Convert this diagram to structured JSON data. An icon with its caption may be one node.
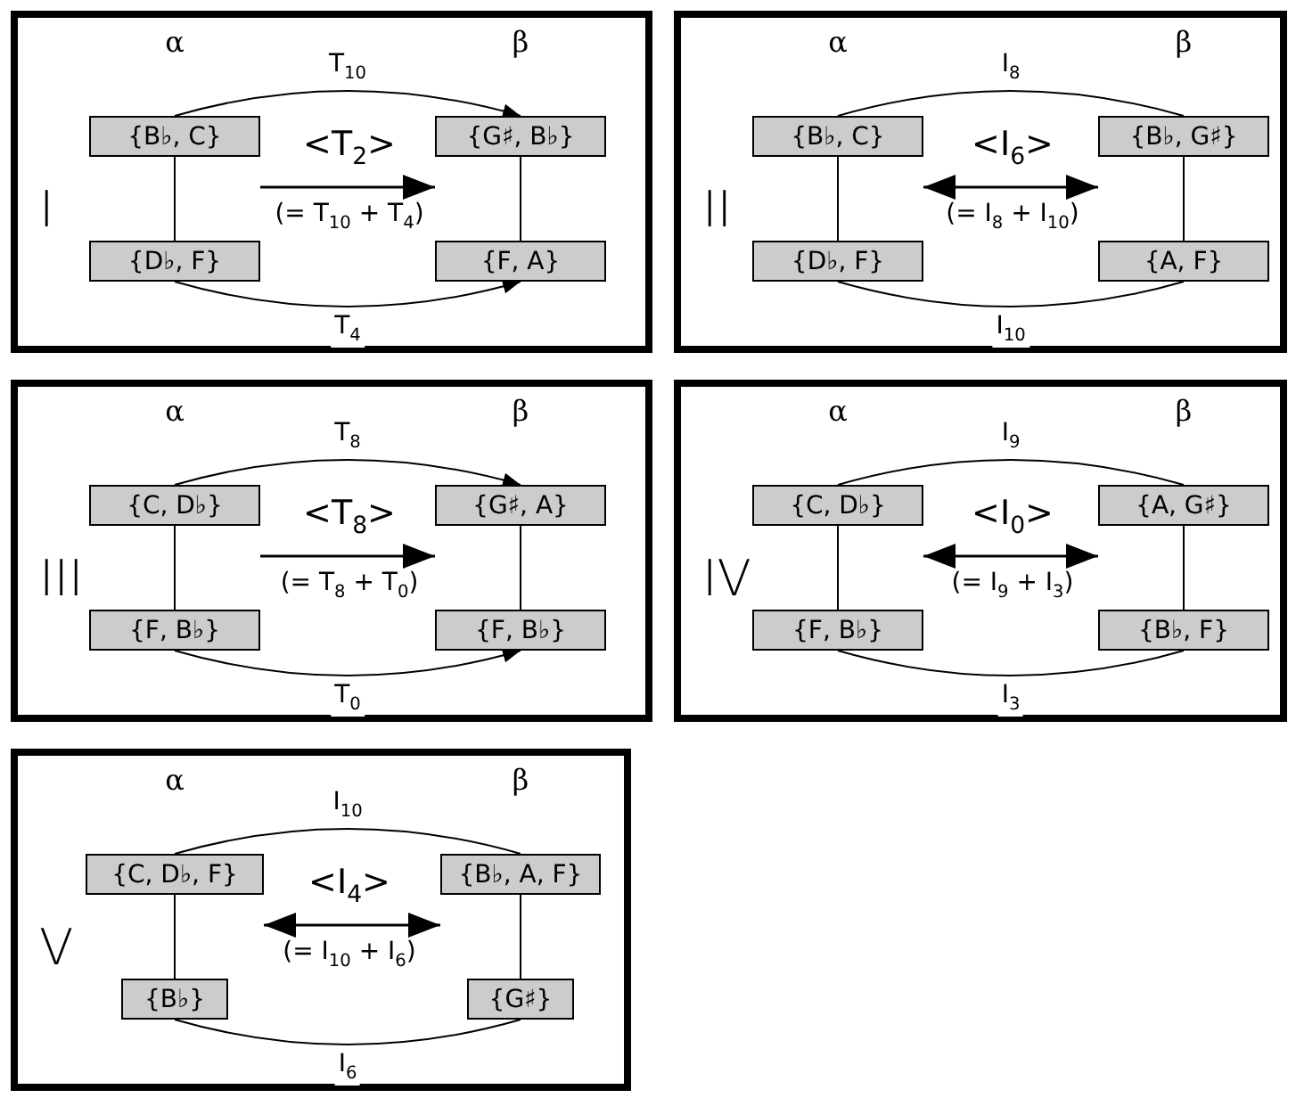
{
  "diagram": {
    "nodes": [
      {
        "text": [
          "α",
          "β",
          "I",
          "<T$_{2}$>",
          "(= T$_{10}$ + T$_{4}$)"
        ]
      },
      {
        "text": [
          "{B♭, C}"
        ],
        "in": 0
      },
      {
        "text": [
          "{G♯, B♭}"
        ],
        "in": 0
      },
      {
        "text": [
          "{D♭, F}"
        ],
        "in": 0
      },
      {
        "text": [
          "{F, A}"
        ],
        "in": 0
      },
      {
        "text": [
          "α",
          "β",
          "II",
          "<I$_{6}$>",
          "(= I$_{8}$ + I$_{10}$)"
        ]
      },
      {
        "text": [
          "{B♭, C}"
        ],
        "in": 5
      },
      {
        "text": [
          "{B♭, G♯}"
        ],
        "in": 5
      },
      {
        "text": [
          "{D♭, F}"
        ],
        "in": 5
      },
      {
        "text": [
          "{A, F}"
        ],
        "in": 5
      },
      {
        "text": [
          "α",
          "β",
          "III",
          "<T$_{8}$>",
          "(= T$_{8}$ + T$_{0}$)"
        ]
      },
      {
        "text": [
          "{C, D♭}"
        ],
        "in": 10
      },
      {
        "text": [
          "{G♯, A}"
        ],
        "in": 10
      },
      {
        "text": [
          "{F, B♭}"
        ],
        "in": 10
      },
      {
        "text": [
          "{F, B♭}"
        ],
        "in": 10
      },
      {
        "text": [
          "α",
          "β",
          "IV",
          "<I$_{0}$>",
          "(= I$_{9}$ + I$_{3}$)"
        ]
      },
      {
        "text": [
          "{C, D♭}"
        ],
        "in": 15
      },
      {
        "text": [
          "{A, G♯}"
        ],
        "in": 15
      },
      {
        "text": [
          "{F, B♭}"
        ],
        "in": 15
      },
      {
        "text": [
          "{B♭, F}"
        ],
        "in": 15
      },
      {
        "text": [
          "α",
          "β",
          "V",
          "<I$_{4}$>",
          "(= I$_{10}$ + I$_{6}$)"
        ]
      },
      {
        "text": [
          "{C, D♭, F}"
        ],
        "in": 20
      },
      {
        "text": [
          "{B♭, A, F}"
        ],
        "in": 20
      },
      {
        "text": [
          "{B♭}"
        ],
        "in": 20
      },
      {
        "text": [
          "{G♯}"
        ],
        "in": 20
      }
    ],
    "edges": [
      {
        "from": 1,
        "to": 2,
        "arrow": "to",
        "label": "T$_{10}$"
      },
      {
        "from": 1,
        "to": 2,
        "arrow": "to"
      },
      {
        "from": 1,
        "to": 3,
        "arrow": "none"
      },
      {
        "from": 2,
        "to": 4,
        "arrow": "none"
      },
      {
        "from": 3,
        "to": 4,
        "arrow": "to",
        "label": "T$_{4}$"
      },
      {
        "from": 6,
        "to": 7,
        "arrow": "none",
        "label": "I$_{8}$"
      },
      {
        "from": 6,
        "to": 7,
        "arrow": "both"
      },
      {
        "from": 6,
        "to": 8,
        "arrow": "none"
      },
      {
        "from": 7,
        "to": 9,
        "arrow": "none"
      },
      {
        "from": 8,
        "to": 9,
        "arrow": "none",
        "label": "I$_{10}$"
      },
      {
        "from": 11,
        "to": 12,
        "arrow": "to",
        "label": "T$_{8}$"
      },
      {
        "from": 11,
        "to": 12,
        "arrow": "to"
      },
      {
        "from": 11,
        "to": 13,
        "arrow": "none"
      },
      {
        "from": 12,
        "to": 14,
        "arrow": "none"
      },
      {
        "from": 13,
        "to": 14,
        "arrow": "to",
        "label": "T$_{0}$"
      },
      {
        "from": 16,
        "to": 17,
        "arrow": "none",
        "label": "I$_{9}$"
      },
      {
        "from": 16,
        "to": 17,
        "arrow": "both"
      },
      {
        "from": 16,
        "to": 18,
        "arrow": "none"
      },
      {
        "from": 17,
        "to": 19,
        "arrow": "none"
      },
      {
        "from": 18,
        "to": 19,
        "arrow": "none",
        "label": "I$_{3}$"
      },
      {
        "from": 21,
        "to": 22,
        "arrow": "none",
        "label": "I$_{10}$"
      },
      {
        "from": 21,
        "to": 22,
        "arrow": "both"
      },
      {
        "from": 21,
        "to": 23,
        "arrow": "none"
      },
      {
        "from": 22,
        "to": 24,
        "arrow": "none"
      },
      {
        "from": 23,
        "to": 24,
        "arrow": "none",
        "label": "I$_{6}$"
      }
    ]
  }
}
